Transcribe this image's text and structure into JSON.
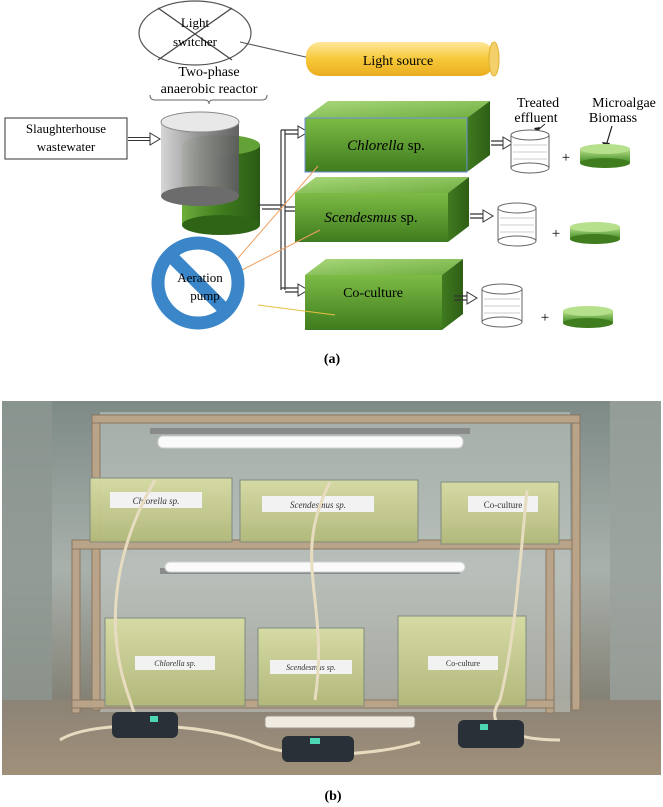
{
  "panel_a": {
    "light_switcher": "Light\nswitcher",
    "light_source": "Light source",
    "reactor": "Two-phase\nanaerobic reactor",
    "input": "Slaughterhouse\nwastewater",
    "chlorella": "Chlorella",
    "scenedesmus": "Scendesmus",
    "coculture": "Co-culture",
    "sp": " sp.",
    "aeration": "Aeration\npump",
    "treated": "Treated\neffluent",
    "biomass": "Microalgae\nBiomass",
    "plus": "+",
    "caption": "(a)"
  },
  "panel_b": {
    "tank_labels_top": [
      "Chlorella sp.",
      "Scendesmus sp.",
      "Co-culture"
    ],
    "tank_labels_bottom": [
      "Chlorella sp.",
      "Scendesmus sp.",
      "Co-culture"
    ],
    "caption": "(b)"
  },
  "colors": {
    "green_dark": "#4f8a2b",
    "green_light": "#9fcf6b",
    "light_yellow": "#f7cf4a",
    "no_sign_blue": "#3a86c8",
    "arrow_orange": "#f0a060"
  }
}
